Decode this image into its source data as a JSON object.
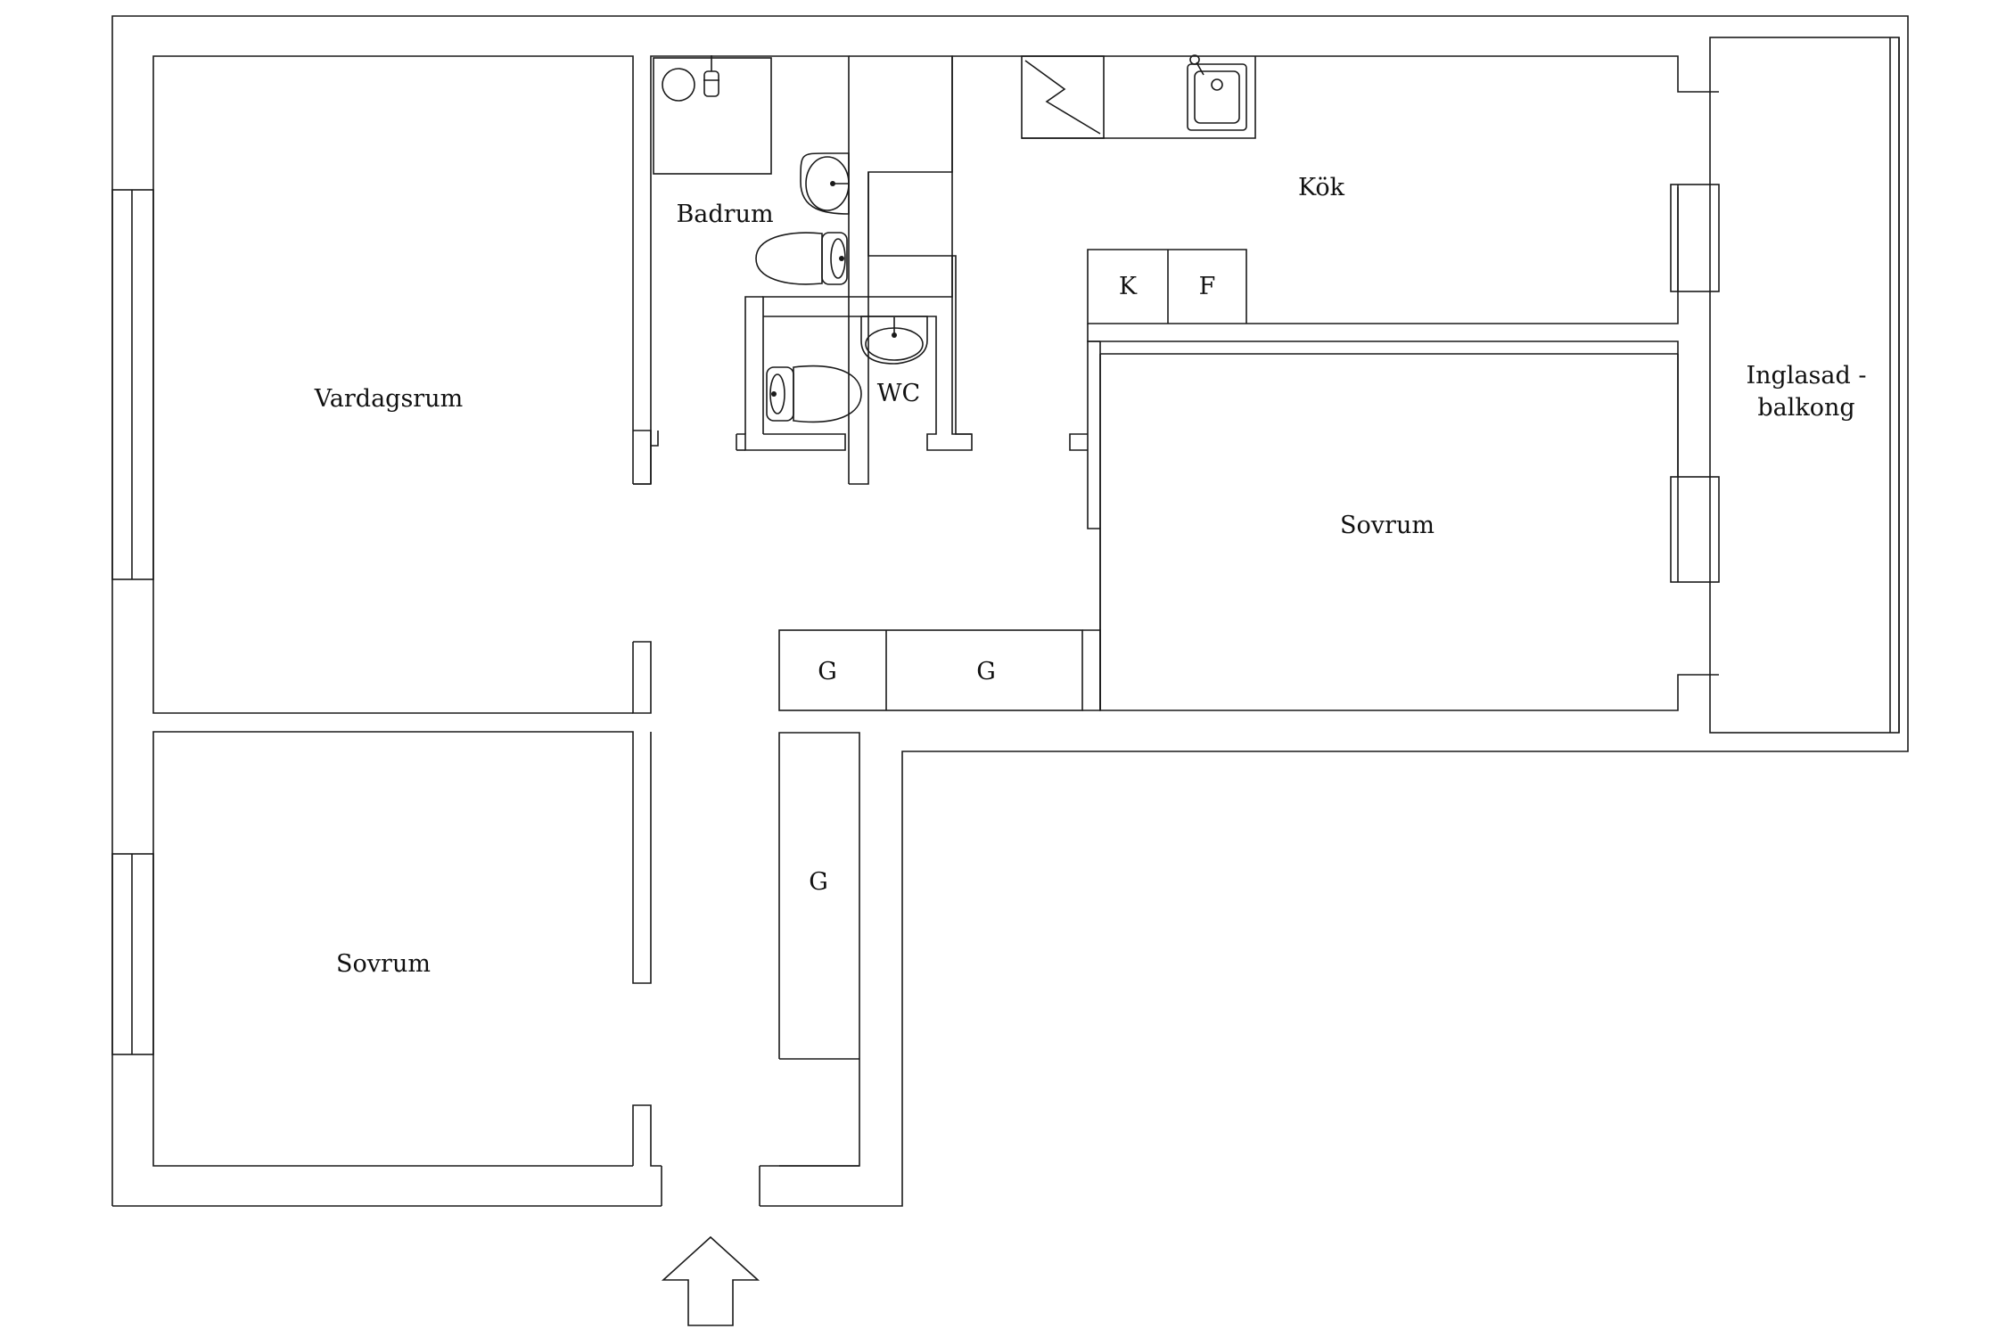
{
  "rooms": {
    "vardagsrum": "Vardagsrum",
    "badrum": "Badrum",
    "wc": "WC",
    "kok": "Kök",
    "sovrum_right": "Sovrum",
    "sovrum_left": "Sovrum",
    "balkong_line1": "Inglasad -",
    "balkong_line2": "balkong"
  },
  "appliances": {
    "kyl": "K",
    "frys": "F"
  },
  "closets": {
    "g1": "G",
    "g2": "G",
    "g3": "G"
  },
  "entrance": {
    "icon": "entrance-arrow-icon"
  }
}
